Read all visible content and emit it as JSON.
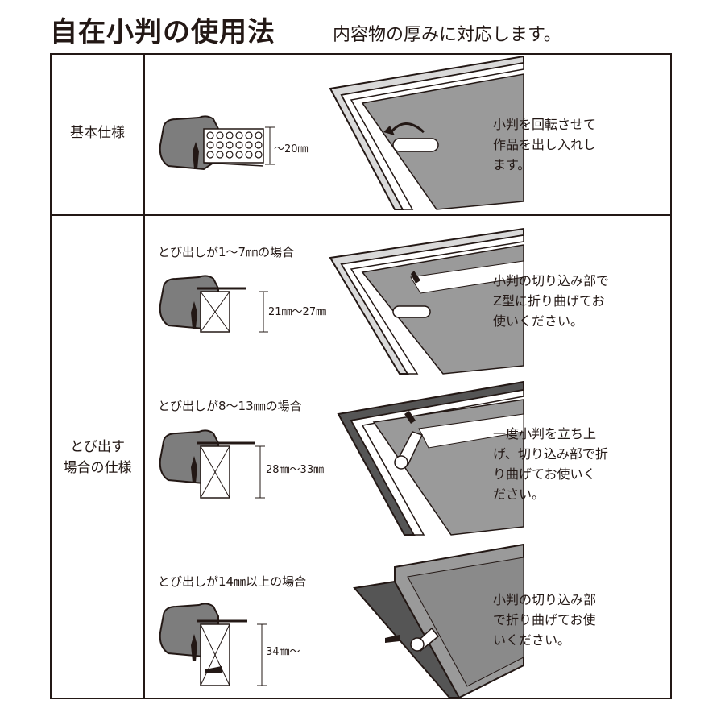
{
  "header": {
    "title": "自在小判の使用法",
    "subtitle": "内容物の厚みに対応します。"
  },
  "rows": {
    "basic": {
      "label": "基本仕様",
      "dimension": "～20㎜",
      "description": [
        "小判を回転させて",
        "作品を出し入れし",
        "ます。"
      ]
    },
    "protrude": {
      "label": [
        "とび出す",
        "場合の仕様"
      ]
    }
  },
  "cases": [
    {
      "caption": "とび出しが1～7㎜の場合",
      "dimension": "21㎜～27㎜",
      "description": [
        "小判の切り込み部で",
        "Z型に折り曲げてお",
        "使いください。"
      ]
    },
    {
      "caption": "とび出しが8～13㎜の場合",
      "dimension": "28㎜～33㎜",
      "description": [
        "一度小判を立ち上",
        "げ、切り込み部で折",
        "り曲げてお使いく",
        "ださい。"
      ]
    },
    {
      "caption": "とび出しが14㎜以上の場合",
      "dimension": "34㎜～",
      "description": [
        "小判の切り込み部",
        "で折り曲げてお使",
        "いください。"
      ]
    }
  ],
  "colors": {
    "ink": "#231815",
    "frame_gray": "#7d7d7d",
    "panel_gray": "#9a9a9a",
    "light_gray": "#d9d9d9"
  },
  "icons": [
    "frame-profile-icon",
    "rotate-arrow-icon",
    "screw-icon",
    "clip-icon"
  ]
}
